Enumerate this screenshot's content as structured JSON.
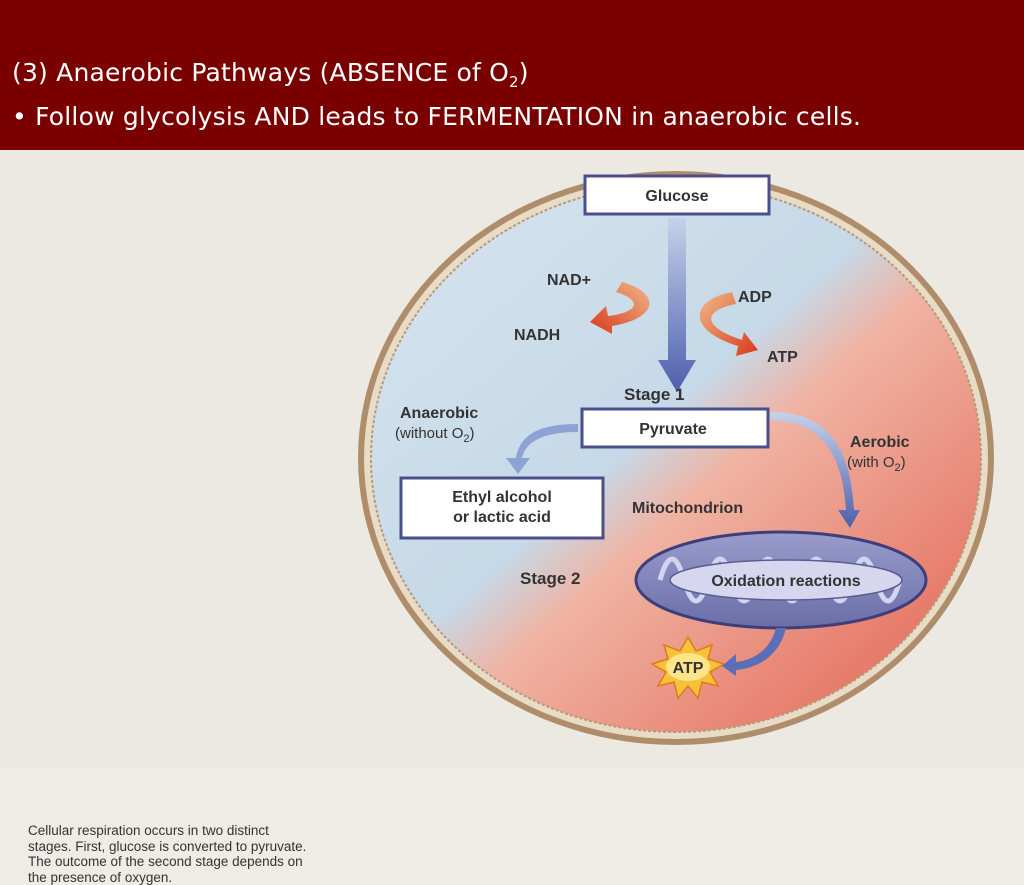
{
  "slide": {
    "title_prefix": "(3) Anaerobic Pathways (ABSENCE of O",
    "title_sub": "2",
    "title_suffix": ")",
    "bullet": "• Follow glycolysis AND leads to FERMENTATION in anaerobic cells."
  },
  "diagram": {
    "glucose": "Glucose",
    "nad_plus": "NAD+",
    "nadh": "NADH",
    "adp": "ADP",
    "atp_top": "ATP",
    "stage1": "Stage 1",
    "pyruvate": "Pyruvate",
    "anaerobic": "Anaerobic",
    "without_o2": "(without O",
    "o2_sub": "2",
    "close_paren": ")",
    "aerobic": "Aerobic",
    "with_o2": "(with O",
    "ethyl_line1": "Ethyl alcohol",
    "ethyl_line2": "or lactic acid",
    "mitochondrion": "Mitochondrion",
    "stage2": "Stage 2",
    "oxidation": "Oxidation reactions",
    "atp_bottom": "ATP"
  },
  "caption": {
    "line1": "Cellular respiration occurs in two distinct",
    "line2": "stages. First, glucose is converted to pyruvate.",
    "line3": "The outcome of the second stage depends on",
    "line4": "the presence of oxygen."
  },
  "colors": {
    "header_bg": "#7a0000",
    "cell_blue": "#c9dbe8",
    "cell_red": "#e6796a",
    "arrow_blue": "#5b6fb8",
    "arrow_red": "#e04a2a"
  }
}
